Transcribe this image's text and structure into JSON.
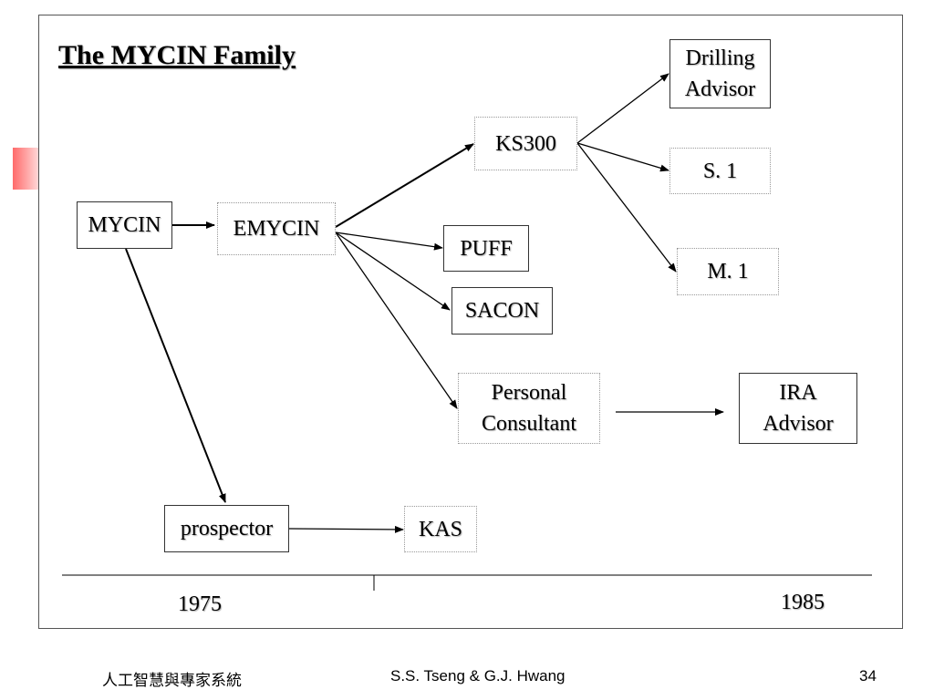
{
  "slide": {
    "title": "The MYCIN Family",
    "nodes": {
      "mycin": "MYCIN",
      "emycin": "EMYCIN",
      "ks300": "KS300",
      "drilling_advisor": [
        "Drilling",
        "Advisor"
      ],
      "s1": "S.  1",
      "m1": "M.  1",
      "puff": "PUFF",
      "sacon": "SACON",
      "personal_consultant": [
        "Personal",
        "Consultant"
      ],
      "ira_advisor": [
        "IRA",
        "Advisor"
      ],
      "prospector": "prospector",
      "kas": "KAS"
    },
    "timeline": {
      "start_year": "1975",
      "end_year": "1985"
    }
  },
  "footer": {
    "course": "人工智慧與專家系統",
    "authors": "S.S. Tseng & G.J. Hwang",
    "page_number": "34"
  }
}
